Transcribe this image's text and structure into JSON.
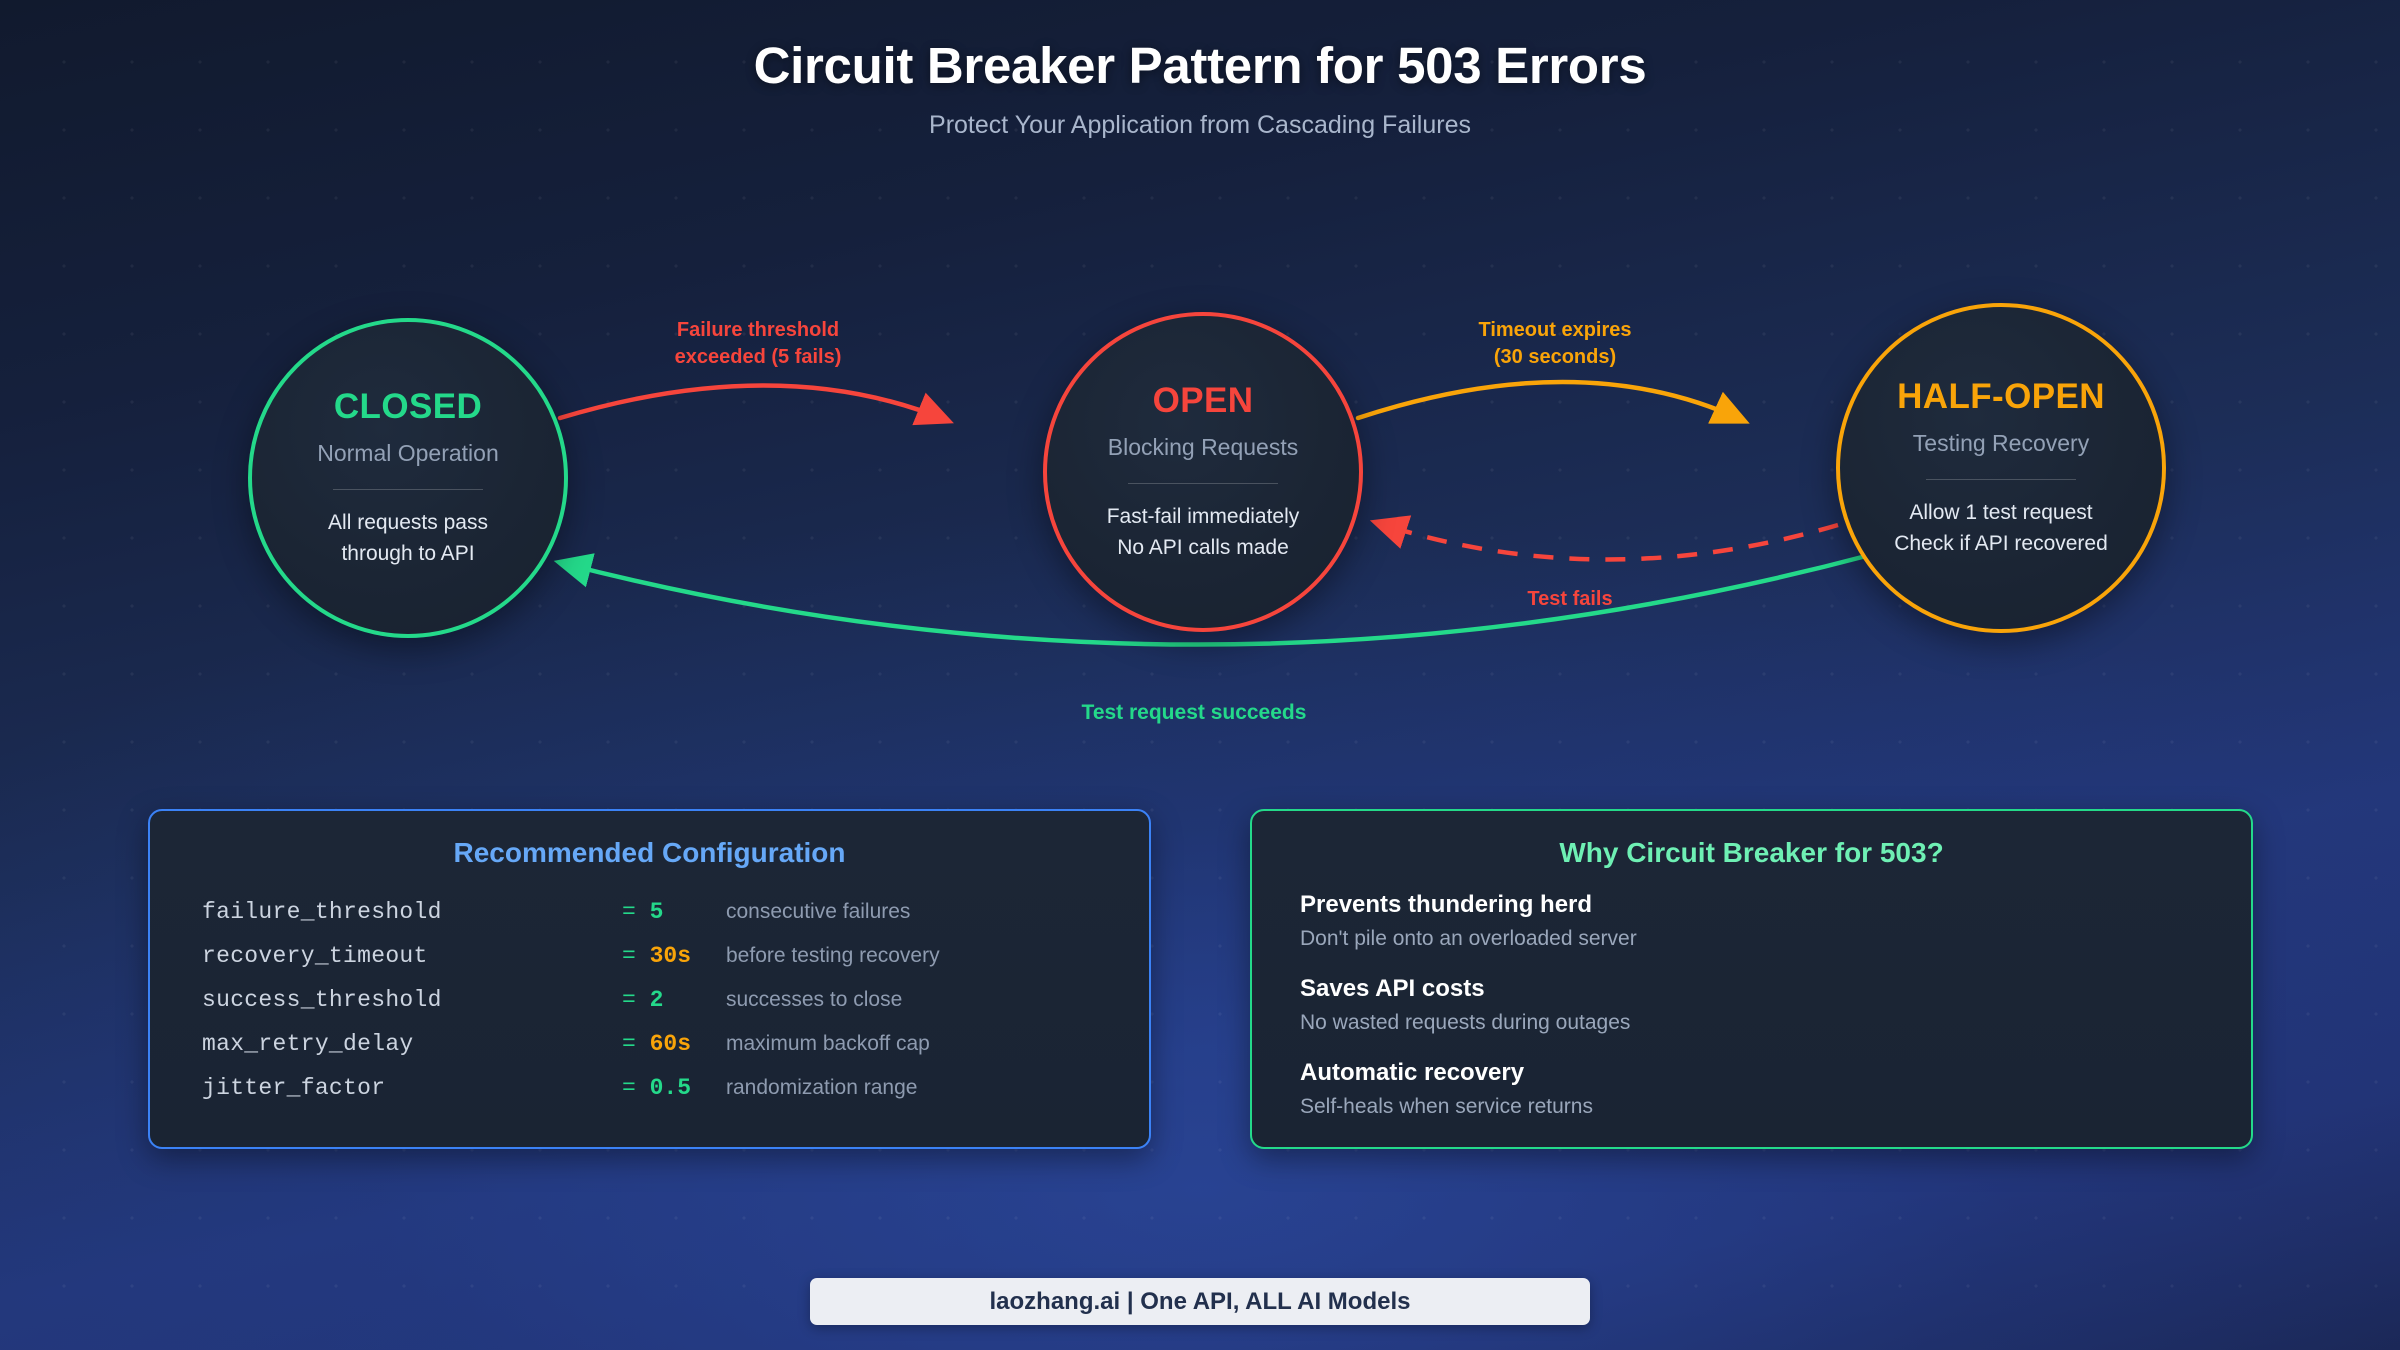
{
  "header": {
    "title": "Circuit Breaker Pattern for 503 Errors",
    "subtitle": "Protect Your Application from Cascading Failures"
  },
  "colors": {
    "closed": "#24d98a",
    "open": "#f6453c",
    "half_open": "#f9a409",
    "config_accent": "#66a8f7",
    "why_accent": "#6ef0b4",
    "background": "#1c2d57"
  },
  "states": [
    {
      "id": "closed",
      "name": "CLOSED",
      "role": "Normal Operation",
      "detail_line1": "All requests pass",
      "detail_line2": "through to API",
      "color": "#24d98a"
    },
    {
      "id": "open",
      "name": "OPEN",
      "role": "Blocking Requests",
      "detail_line1": "Fast-fail immediately",
      "detail_line2": "No API calls made",
      "color": "#f6453c"
    },
    {
      "id": "half_open",
      "name": "HALF-OPEN",
      "role": "Testing Recovery",
      "detail_line1": "Allow 1 test request",
      "detail_line2": "Check if API recovered",
      "color": "#f9a409"
    }
  ],
  "transitions": [
    {
      "id": "closed-to-open",
      "line1": "Failure threshold",
      "line2": "exceeded (5 fails)",
      "color": "#f6453c",
      "style": "solid"
    },
    {
      "id": "open-to-half-open",
      "line1": "Timeout expires",
      "line2": "(30 seconds)",
      "color": "#f9a409",
      "style": "solid"
    },
    {
      "id": "half-open-to-open",
      "label": "Test fails",
      "color": "#f6453c",
      "style": "dashed"
    },
    {
      "id": "half-open-to-closed",
      "label": "Test request succeeds",
      "color": "#24d98a",
      "style": "solid"
    }
  ],
  "config_panel": {
    "title": "Recommended Configuration",
    "rows": [
      {
        "key": "failure_threshold",
        "value": "5",
        "value_color": "#24d98a",
        "note": "consecutive failures"
      },
      {
        "key": "recovery_timeout",
        "value": "30s",
        "value_color": "#f9a409",
        "note": "before testing recovery"
      },
      {
        "key": "success_threshold",
        "value": "2",
        "value_color": "#24d98a",
        "note": "successes to close"
      },
      {
        "key": "max_retry_delay",
        "value": "60s",
        "value_color": "#f9a409",
        "note": "maximum backoff cap"
      },
      {
        "key": "jitter_factor",
        "value": "0.5",
        "value_color": "#24d98a",
        "note": "randomization range"
      }
    ]
  },
  "why_panel": {
    "title": "Why Circuit Breaker for 503?",
    "items": [
      {
        "title": "Prevents thundering herd",
        "desc": "Don't pile onto an overloaded server"
      },
      {
        "title": "Saves API costs",
        "desc": "No wasted requests during outages"
      },
      {
        "title": "Automatic recovery",
        "desc": "Self-heals when service returns"
      }
    ]
  },
  "footer": {
    "text": "laozhang.ai | One API, ALL AI Models"
  }
}
